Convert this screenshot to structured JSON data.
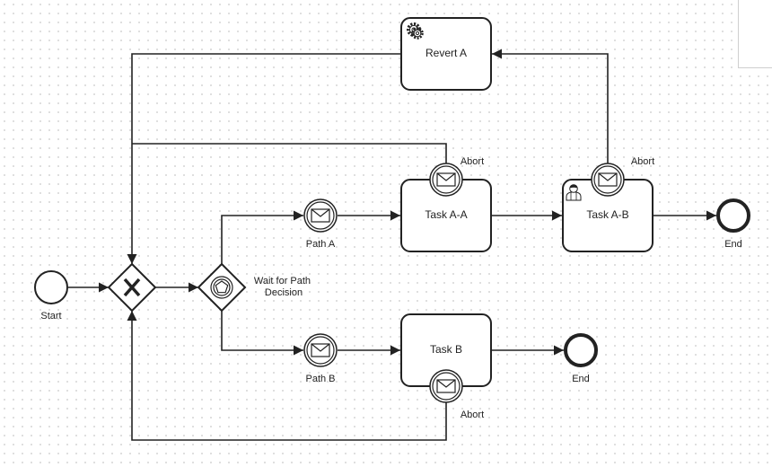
{
  "diagram": {
    "start_label": "Start",
    "gateway_label": "Wait for Path\nDecision",
    "path_a_label": "Path A",
    "path_b_label": "Path B",
    "task_revert_label": "Revert A",
    "task_aa_label": "Task A-A",
    "task_ab_label": "Task A-B",
    "task_b_label": "Task B",
    "abort_aa_label": "Abort",
    "abort_ab_label": "Abort",
    "abort_b_label": "Abort",
    "end_top_label": "End",
    "end_bottom_label": "End"
  }
}
